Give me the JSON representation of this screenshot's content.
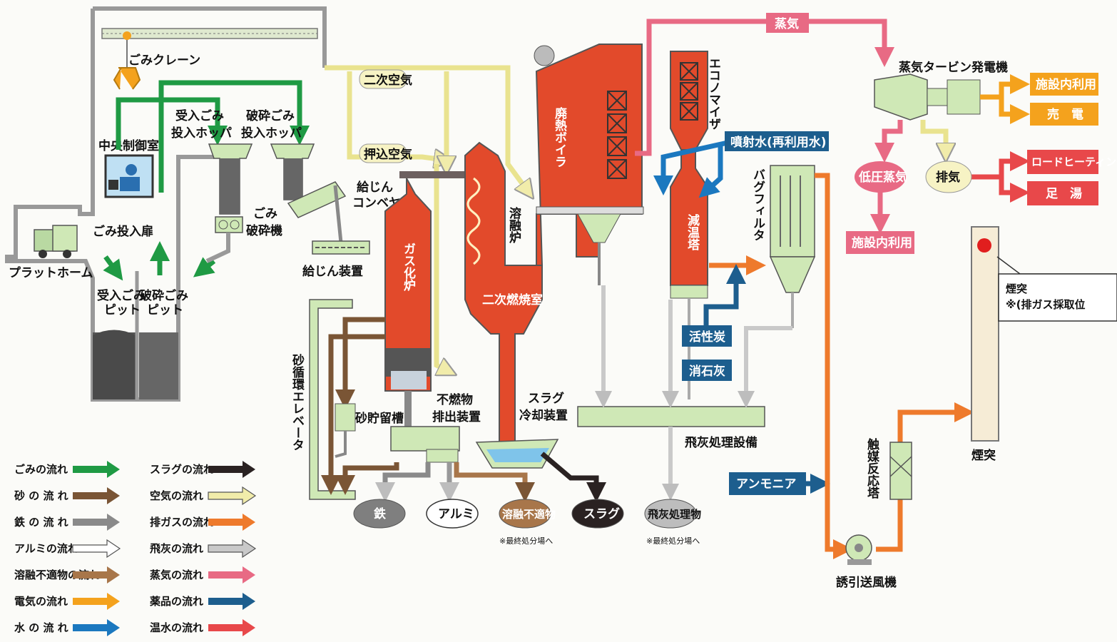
{
  "labels": {
    "crane": "ごみクレーン",
    "central_control": "中央制御室",
    "recv_hopper": [
      "受入ごみ",
      "投入ホッパ"
    ],
    "crush_hopper": [
      "破砕ごみ",
      "投入ホッパ"
    ],
    "crusher": [
      "ごみ",
      "破砕機"
    ],
    "entry_door": "ごみ投入扉",
    "platform": "プラットホーム",
    "recv_pit": [
      "受入ごみ",
      "ピット"
    ],
    "crush_pit": [
      "破砕ごみ",
      "ピット"
    ],
    "secondary_air": "二次空気",
    "push_air": "押込空気",
    "feed_conveyor": [
      "給じん",
      "コンベヤ"
    ],
    "feeder": "給じん装置",
    "gasifier": "ガス化炉",
    "melting_furnace": "溶融炉",
    "waste_heat_boiler": "廃熱ボイラ",
    "secondary_combustion": "二次燃焼室",
    "economizer": "エコノマイザ",
    "spray_water": "噴射水(再利用水)",
    "cooling_tower": "減温塔",
    "bag_filter": "バグフィルタ",
    "activated_carbon": "活性炭",
    "slaked_lime": "消石灰",
    "sand_elevator": "砂循環エレベータ",
    "sand_tank": "砂貯留槽",
    "incombustible": [
      "不燃物",
      "排出装置"
    ],
    "slag_cooling": [
      "スラグ",
      "冷却装置"
    ],
    "fly_ash_facility": "飛灰処理設備",
    "ammonia": "アンモニア",
    "catalyst": "触媒反応塔",
    "fan": "誘引送風機",
    "stack": "煙突",
    "steam": "蒸気",
    "turbine": "蒸気タービン発電機",
    "facility_use": "施設内利用",
    "sell_power": "売　電",
    "low_pressure_steam": "低圧蒸気",
    "exhaust": "排気",
    "road_heating": "ロードヒーティング",
    "footbath": "足　湯",
    "facility_use2": "施設内利用"
  },
  "outputs": {
    "iron": "鉄",
    "aluminum": "アルミ",
    "unmeltable": "溶融不適物",
    "slag": "スラグ",
    "fly_ash": "飛灰処理物",
    "note1": "※最終処分場へ",
    "note2": "※最終処分場へ"
  },
  "callout": {
    "title": "煙突",
    "note": "※(排ガス採取位"
  },
  "legend": [
    {
      "label": "ごみの流れ",
      "color": "#1f9a44",
      "hollow": false
    },
    {
      "label": "砂 の 流 れ",
      "color": "#7a5535",
      "hollow": false
    },
    {
      "label": "鉄 の 流 れ",
      "color": "#8a8a8a",
      "hollow": false
    },
    {
      "label": "アルミの流れ",
      "color": "#ffffff",
      "hollow": true
    },
    {
      "label": "溶融不適物の流れ",
      "color": "#a8764a",
      "hollow": false
    },
    {
      "label": "電気の流れ",
      "color": "#f4a21d",
      "hollow": false
    },
    {
      "label": "水 の 流 れ",
      "color": "#1b78bf",
      "hollow": false
    },
    {
      "label": "スラグの流れ",
      "color": "#2a2222",
      "hollow": false
    },
    {
      "label": "空気の流れ",
      "color": "#f1ecaa",
      "hollow": false
    },
    {
      "label": "排ガスの流れ",
      "color": "#ee7a2c",
      "hollow": false
    },
    {
      "label": "飛灰の流れ",
      "color": "#c9c9c9",
      "hollow": false
    },
    {
      "label": "蒸気の流れ",
      "color": "#e86a84",
      "hollow": false
    },
    {
      "label": "薬品の流れ",
      "color": "#1d5e8e",
      "hollow": false
    },
    {
      "label": "温水の流れ",
      "color": "#e8484a",
      "hollow": false
    }
  ]
}
